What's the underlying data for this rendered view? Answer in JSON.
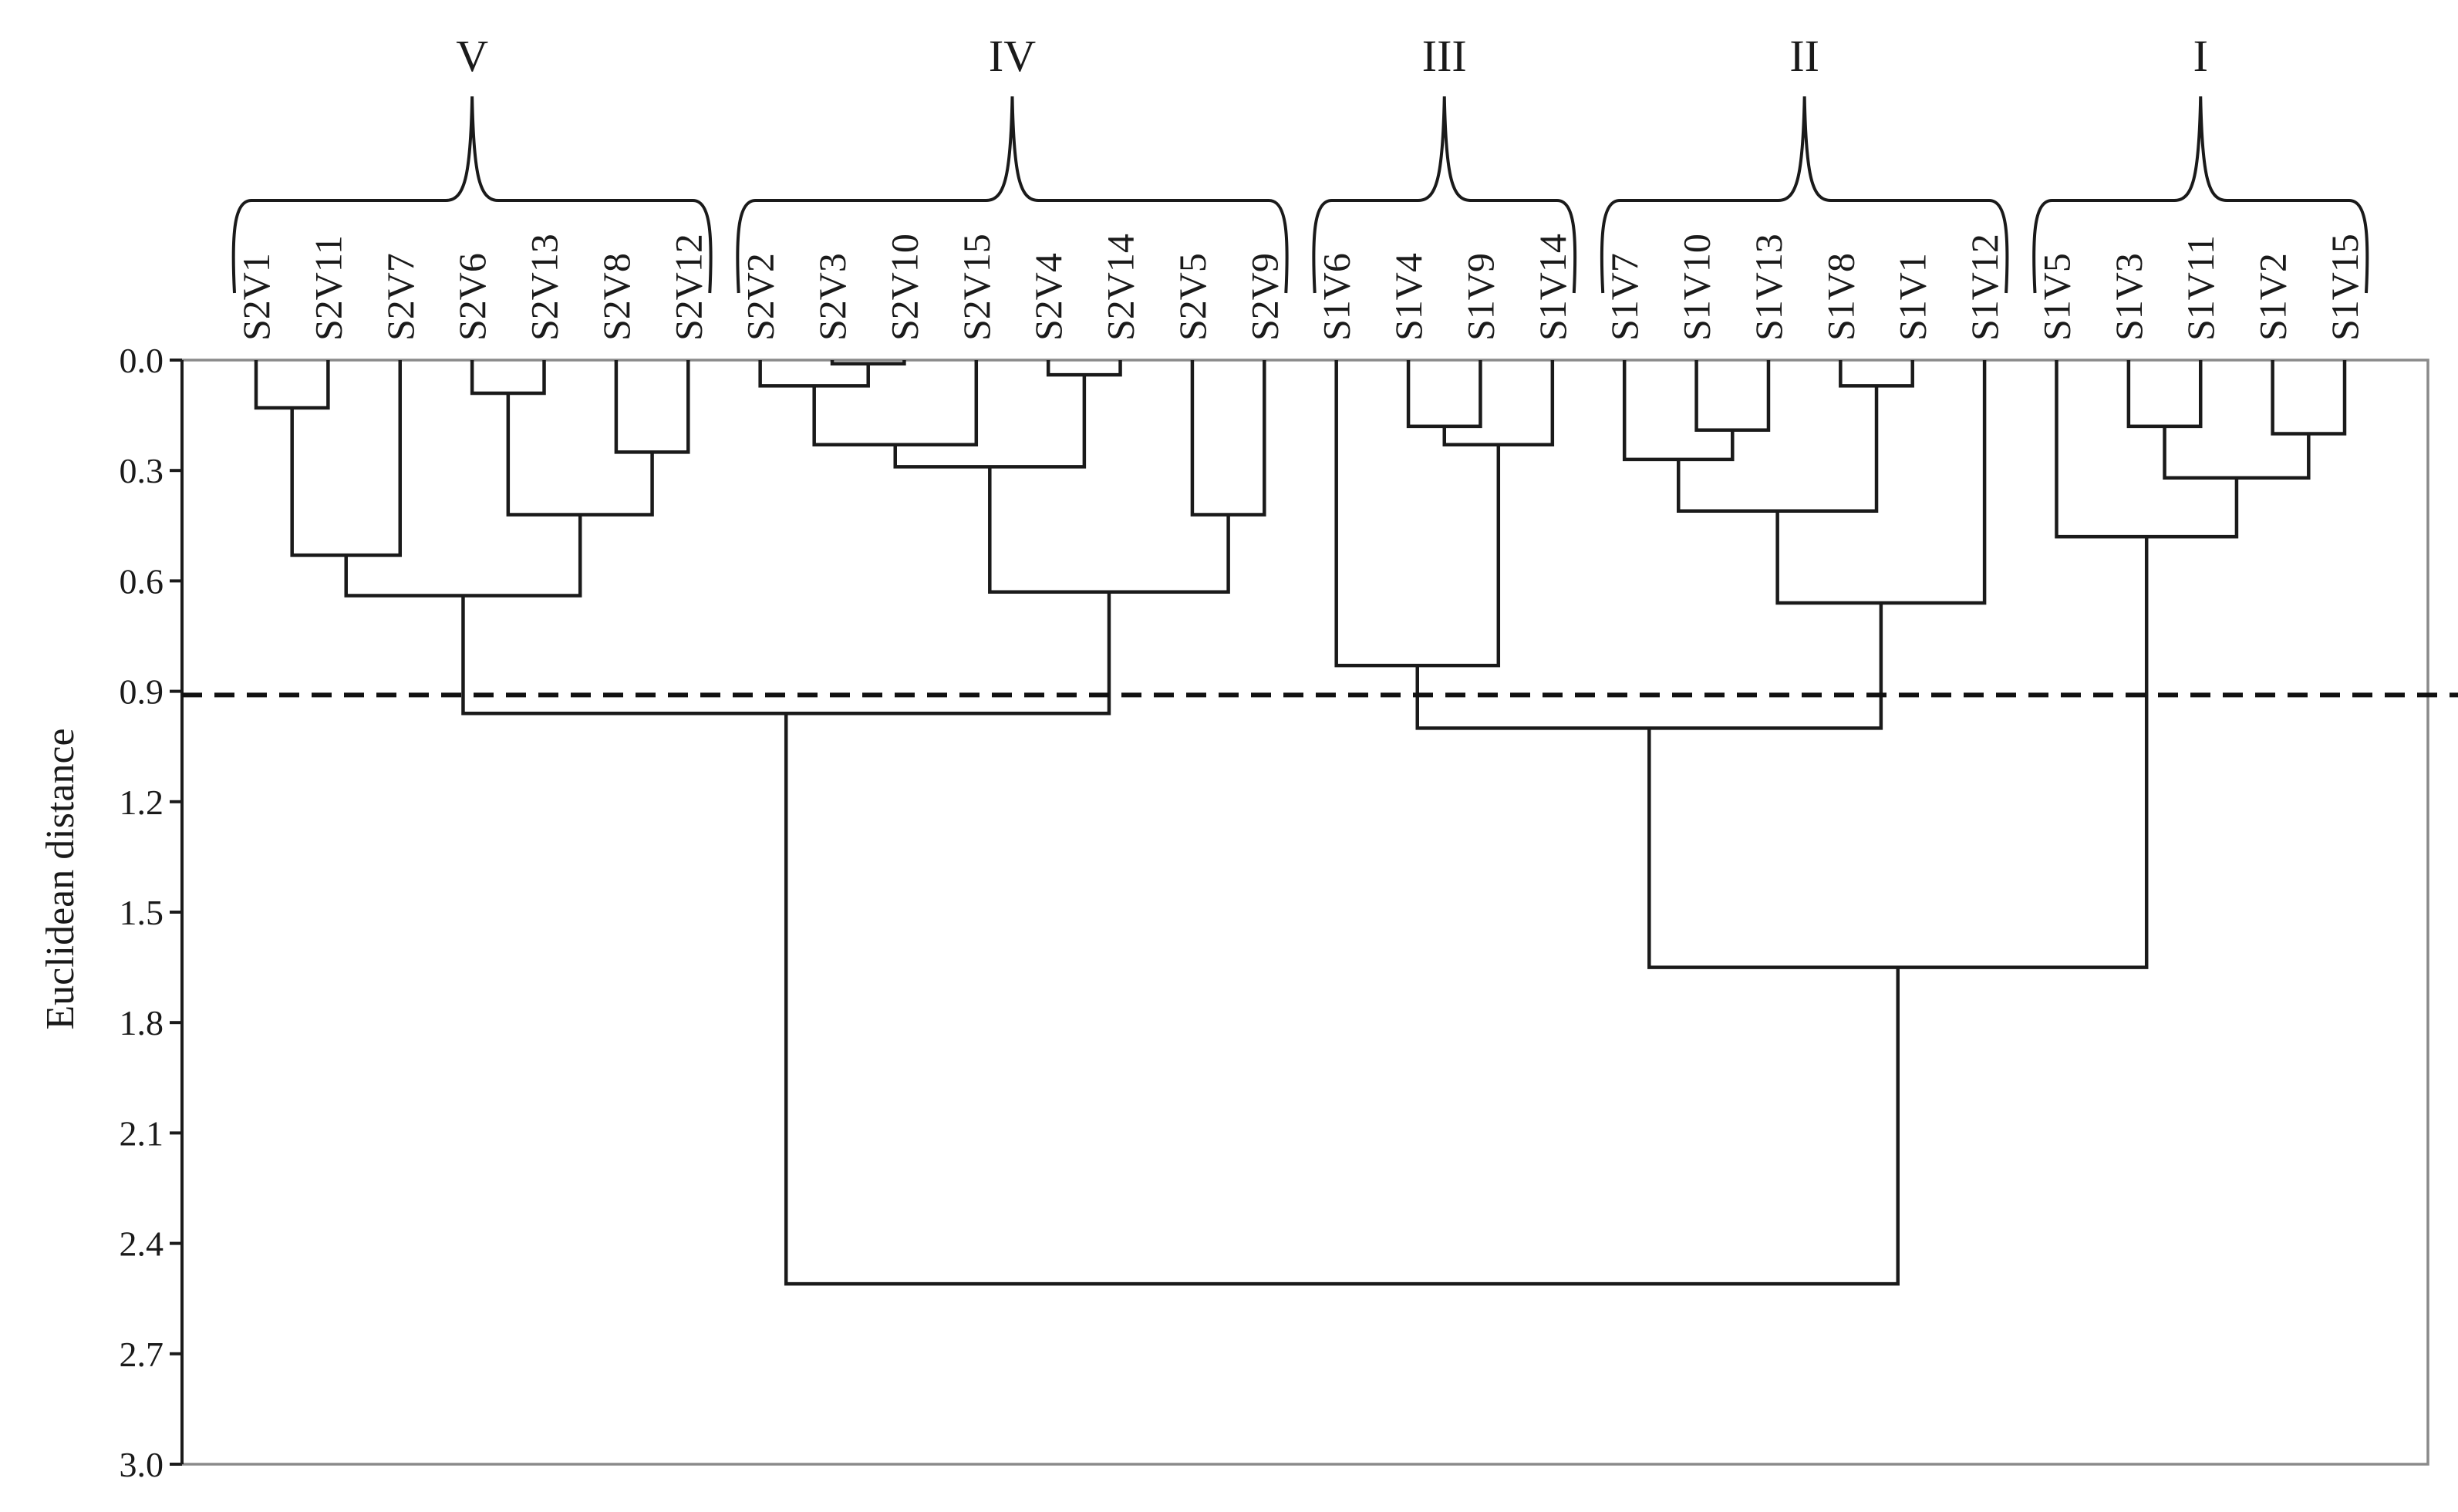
{
  "chart_data": {
    "type": "dendrogram",
    "ylabel": "Euclidean distance",
    "ylim": [
      0,
      3.0
    ],
    "yticks": [
      "0.0",
      "0.3",
      "0.6",
      "0.9",
      "1.2",
      "1.5",
      "1.8",
      "2.1",
      "2.4",
      "2.7",
      "3.0"
    ],
    "cut_height": 0.91,
    "leaves": [
      "S2V1",
      "S2V11",
      "S2V7",
      "S2V6",
      "S2V13",
      "S2V8",
      "S2V12",
      "S2V2",
      "S2V3",
      "S2V10",
      "S2V15",
      "S2V4",
      "S2V14",
      "S2V5",
      "S2V9",
      "S1V6",
      "S1V4",
      "S1V9",
      "S1V14",
      "S1V7",
      "S1V10",
      "S1V13",
      "S1V8",
      "S1V1",
      "S1V12",
      "S1V5",
      "S1V3",
      "S1V11",
      "S1V2",
      "S1V15"
    ],
    "merges": [
      {
        "id": "n1",
        "left": "S2V1",
        "right": "S2V11",
        "height": 0.13
      },
      {
        "id": "n2",
        "left": "n1",
        "right": "S2V7",
        "height": 0.53
      },
      {
        "id": "n3",
        "left": "S2V6",
        "right": "S2V13",
        "height": 0.09
      },
      {
        "id": "n4",
        "left": "S2V8",
        "right": "S2V12",
        "height": 0.25
      },
      {
        "id": "n5",
        "left": "n3",
        "right": "n4",
        "height": 0.42
      },
      {
        "id": "n6",
        "left": "n2",
        "right": "n5",
        "height": 0.64
      },
      {
        "id": "n7",
        "left": "S2V3",
        "right": "S2V10",
        "height": 0.01
      },
      {
        "id": "n8",
        "left": "S2V2",
        "right": "n7",
        "height": 0.07
      },
      {
        "id": "n9",
        "left": "n8",
        "right": "S2V15",
        "height": 0.23
      },
      {
        "id": "n10",
        "left": "S2V4",
        "right": "S2V14",
        "height": 0.04
      },
      {
        "id": "n11",
        "left": "n9",
        "right": "n10",
        "height": 0.29
      },
      {
        "id": "n12",
        "left": "S2V5",
        "right": "S2V9",
        "height": 0.42
      },
      {
        "id": "n13",
        "left": "n11",
        "right": "n12",
        "height": 0.63
      },
      {
        "id": "n14",
        "left": "n6",
        "right": "n13",
        "height": 0.96
      },
      {
        "id": "n15",
        "left": "S1V4",
        "right": "S1V9",
        "height": 0.18
      },
      {
        "id": "n16",
        "left": "n15",
        "right": "S1V14",
        "height": 0.23
      },
      {
        "id": "n17",
        "left": "S1V6",
        "right": "n16",
        "height": 0.83
      },
      {
        "id": "n18",
        "left": "S1V10",
        "right": "S1V13",
        "height": 0.19
      },
      {
        "id": "n19",
        "left": "S1V7",
        "right": "n18",
        "height": 0.27
      },
      {
        "id": "n20",
        "left": "S1V8",
        "right": "S1V1",
        "height": 0.07
      },
      {
        "id": "n21",
        "left": "n19",
        "right": "n20",
        "height": 0.41
      },
      {
        "id": "n22",
        "left": "n21",
        "right": "S1V12",
        "height": 0.66
      },
      {
        "id": "n23",
        "left": "n17",
        "right": "n22",
        "height": 1.0
      },
      {
        "id": "n24",
        "left": "S1V3",
        "right": "S1V11",
        "height": 0.18
      },
      {
        "id": "n25",
        "left": "S1V2",
        "right": "S1V15",
        "height": 0.2
      },
      {
        "id": "n26",
        "left": "n24",
        "right": "n25",
        "height": 0.32
      },
      {
        "id": "n27",
        "left": "S1V5",
        "right": "n26",
        "height": 0.48
      },
      {
        "id": "n28",
        "left": "n23",
        "right": "n27",
        "height": 1.65
      },
      {
        "id": "n29",
        "left": "n14",
        "right": "n28",
        "height": 2.51
      }
    ],
    "clusters": [
      {
        "label": "V",
        "first": 0,
        "last": 6
      },
      {
        "label": "IV",
        "first": 7,
        "last": 14
      },
      {
        "label": "III",
        "first": 15,
        "last": 18
      },
      {
        "label": "II",
        "first": 19,
        "last": 24
      },
      {
        "label": "I",
        "first": 25,
        "last": 29
      }
    ]
  }
}
